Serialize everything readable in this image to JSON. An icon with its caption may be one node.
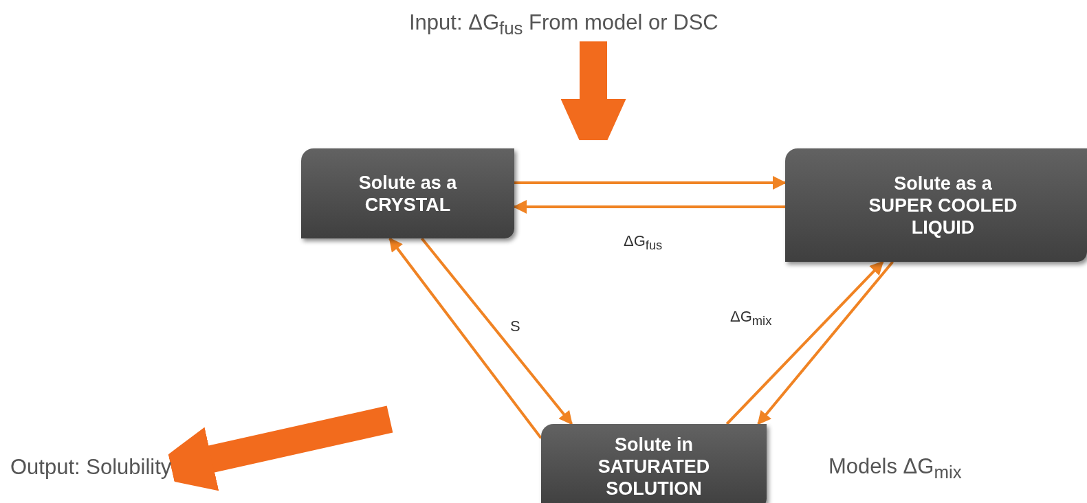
{
  "diagram": {
    "nodes": [
      {
        "text": [
          "Input: ΔG$_{fus}$ From model or DSC"
        ]
      },
      {
        "text": [
          "Solute as a CRYSTAL"
        ]
      },
      {
        "text": [
          "Solute as a SUPER COOLED LIQUID"
        ]
      },
      {
        "text": [
          "Solute in SATURATED SOLUTION"
        ]
      },
      {
        "text": [
          "Output: Solubility"
        ]
      }
    ],
    "edges": [
      {
        "from": 0,
        "to": null,
        "arrow": "to",
        "style": "thick"
      },
      {
        "from": 1,
        "to": 2,
        "arrow": "to"
      },
      {
        "from": 2,
        "to": 1,
        "arrow": "to",
        "label": "ΔG$_{fus}$"
      },
      {
        "from": 1,
        "to": 3,
        "arrow": "to",
        "label": "S"
      },
      {
        "from": 3,
        "to": 1,
        "arrow": "to"
      },
      {
        "from": 3,
        "to": 2,
        "arrow": "to",
        "label": "ΔG$_{mix}$"
      },
      {
        "from": 2,
        "to": 3,
        "arrow": "to"
      },
      {
        "from": null,
        "to": 4,
        "arrow": "to",
        "style": "thick"
      }
    ],
    "labels": [
      "Models ΔG$_{mix}$"
    ]
  }
}
